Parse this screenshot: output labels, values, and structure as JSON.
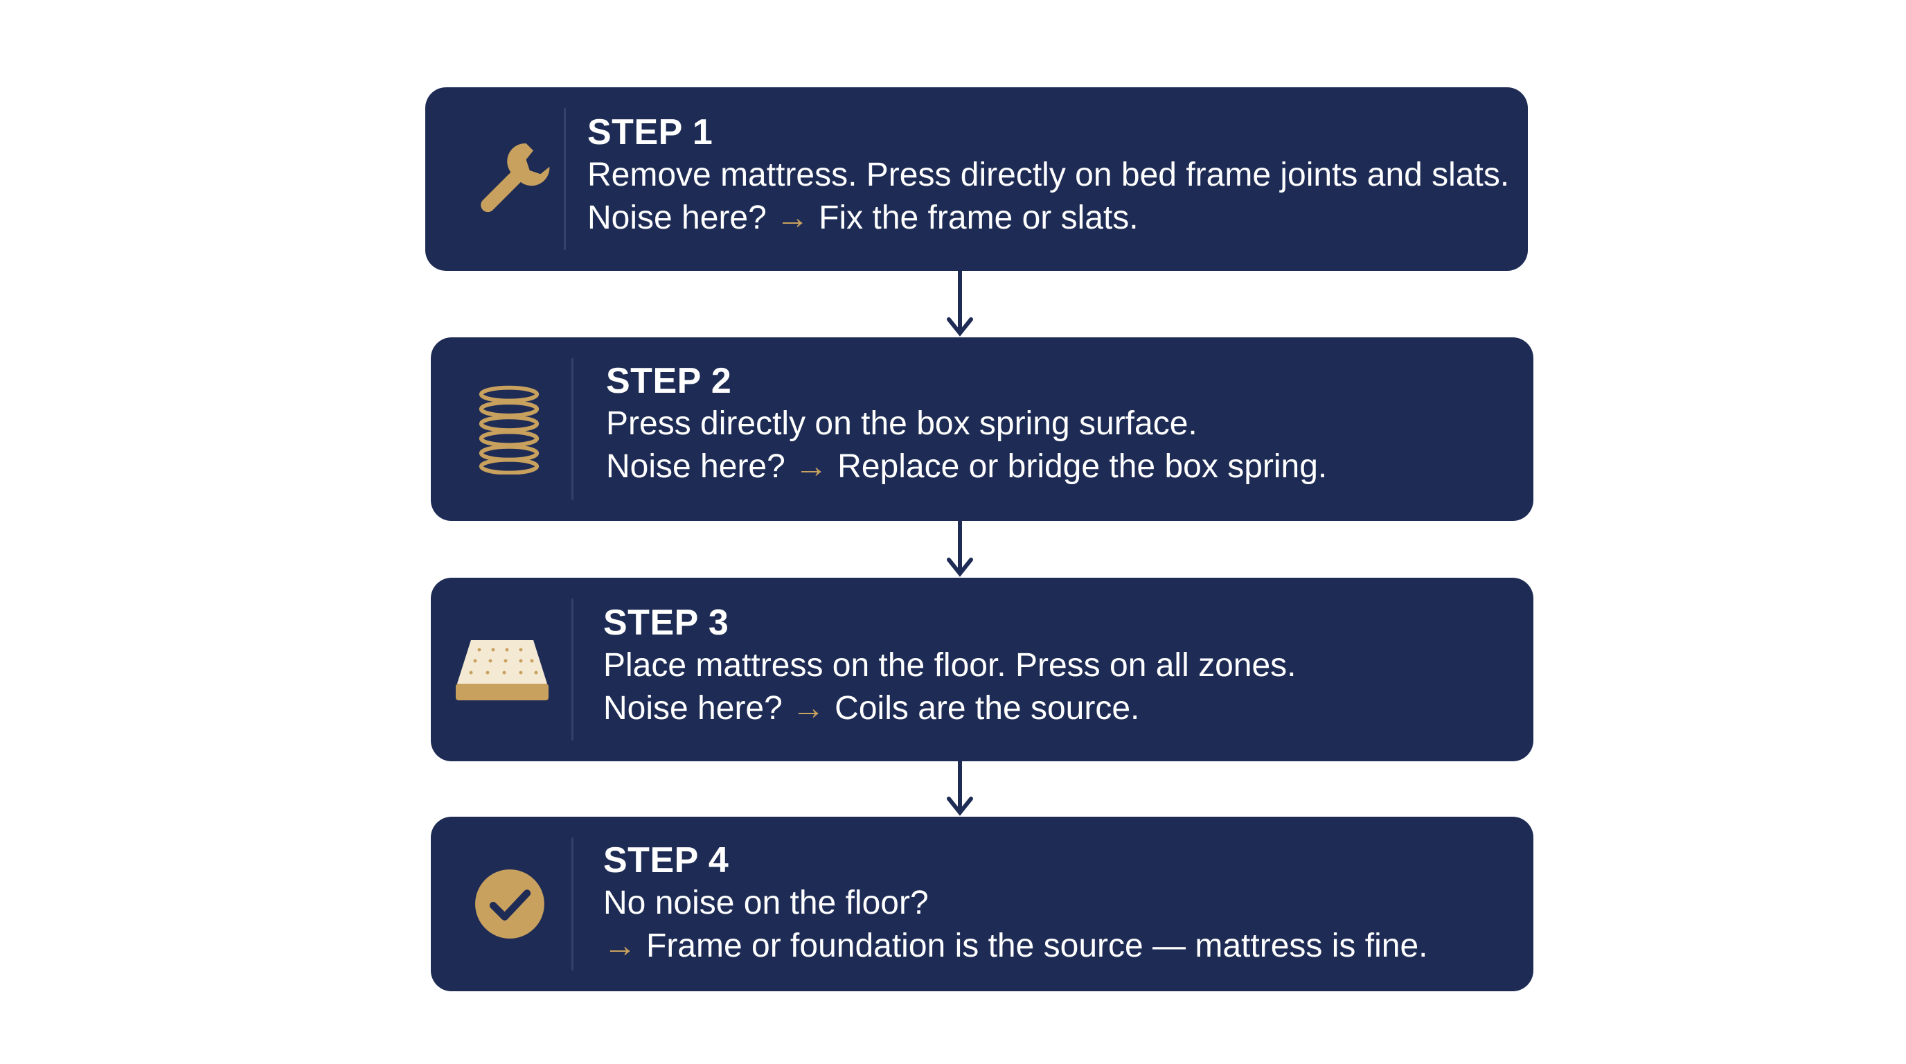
{
  "colors": {
    "background": "#ffffff",
    "card": "#1e2c55",
    "accent_gold": "#c9a15e",
    "text": "#ffffff",
    "connector": "#1e2c55"
  },
  "steps": [
    {
      "icon": "wrench-icon",
      "title": "STEP 1",
      "line1": "Remove mattress. Press directly on bed frame joints and slats.",
      "line2_lead": "Noise here?",
      "arrow": "→",
      "line2_result": "Fix the frame or slats."
    },
    {
      "icon": "coil-spring-icon",
      "title": "STEP 2",
      "line1": "Press directly on the box spring surface.",
      "line2_lead": "Noise here?",
      "arrow": "→",
      "line2_result": "Replace or bridge the box spring."
    },
    {
      "icon": "mattress-icon",
      "title": "STEP 3",
      "line1": "Place mattress on the floor. Press on all zones.",
      "line2_lead": "Noise here?",
      "arrow": "→",
      "line2_result": "Coils are the source."
    },
    {
      "icon": "checkmark-circle-icon",
      "title": "STEP 4",
      "line1": "No noise on the floor?",
      "arrow": "→",
      "line2_result": "Frame or foundation is the source — mattress is fine."
    }
  ]
}
